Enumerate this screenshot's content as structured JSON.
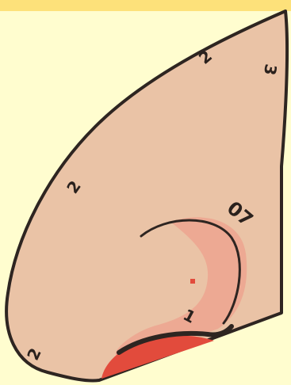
{
  "labels": {
    "outer_edge_top": "2",
    "outer_edge_right": "3",
    "outer_edge_left": "2",
    "inner_region": "07",
    "lower_region": "1",
    "outer_edge_bottom": "2"
  },
  "colors": {
    "background": "#fffdcf",
    "top_band": "#fde17a",
    "shape_fill": "#eac3a6",
    "outline": "#2e2521",
    "red_zone": "#e24b3c",
    "light_red_zone": "#eea08c"
  }
}
